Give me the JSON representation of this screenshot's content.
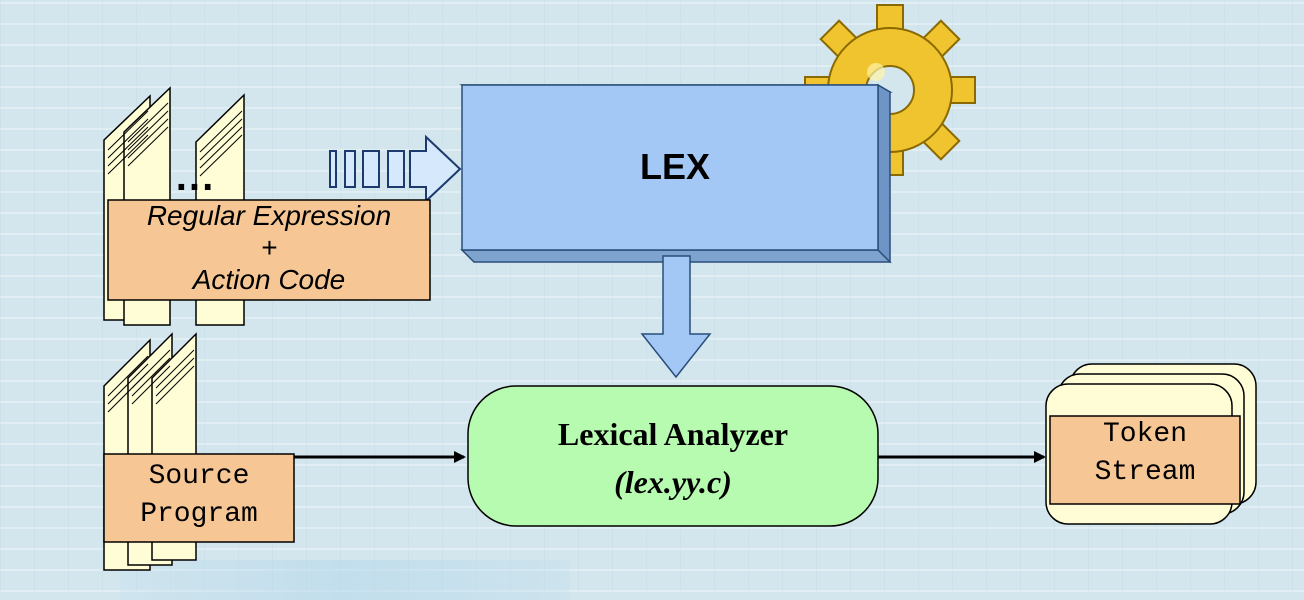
{
  "lex": {
    "title": "LEX"
  },
  "spec": {
    "line1": "Regular Expression",
    "line2": "+",
    "line3": "Action Code",
    "ellipsis": "..."
  },
  "source": {
    "line1": "Source",
    "line2": "Program"
  },
  "analyzer": {
    "title": "Lexical Analyzer",
    "subtitle": "(lex.yy.c)"
  },
  "token": {
    "line1": "Token",
    "line2": "Stream"
  },
  "colors": {
    "lex_box": "#a3c8f5",
    "analyzer_box": "#b7fbb0",
    "label_box": "#f6c795",
    "document": "#fffdd6",
    "gear": "#f0c42e"
  },
  "icons": {
    "gear": "gear-icon",
    "input_arrow": "hollow-arrow-icon",
    "down_arrow": "down-arrow-icon"
  }
}
